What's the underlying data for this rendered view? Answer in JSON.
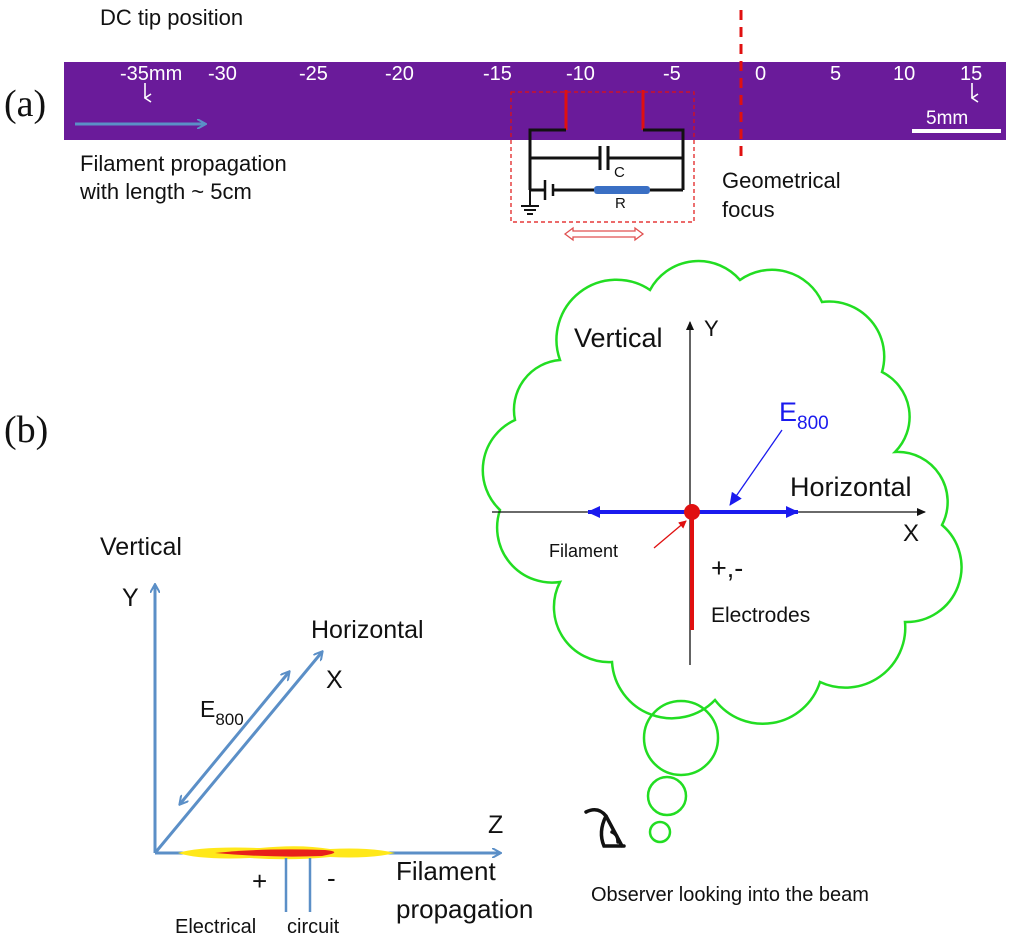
{
  "panel_a": {
    "label": "(a)",
    "title": "DC tip position",
    "ticks": [
      "-35mm",
      "-30",
      "-25",
      "-20",
      "-15",
      "-10",
      "-5",
      "0",
      "5",
      "10",
      "15"
    ],
    "scale_bar": "5mm",
    "propagation_line1": "Filament propagation",
    "propagation_line2": "with length ~ 5cm",
    "capacitor": "C",
    "resistor": "R",
    "focus_line1": "Geometrical",
    "focus_line2": "focus",
    "colors": {
      "background": "#6a1b9a",
      "electrode": "#e01010",
      "arrow": "#5b8fc7"
    }
  },
  "panel_b": {
    "label": "(b)",
    "left": {
      "vertical": "Vertical",
      "y": "Y",
      "horizontal": "Horizontal",
      "x": "X",
      "e_main": "E",
      "e_sub": "800",
      "z": "Z",
      "plus": "+",
      "minus": "-",
      "circuit_a": "Electrical",
      "circuit_b": "circuit",
      "prop1": "Filament",
      "prop2": "propagation"
    },
    "cloud": {
      "vertical": "Vertical",
      "y": "Y",
      "e_main": "E",
      "e_sub": "800",
      "horizontal": "Horizontal",
      "x": "X",
      "filament": "Filament",
      "polarity": "+,-",
      "electrodes": "Electrodes"
    },
    "observer": "Observer looking into the beam",
    "colors": {
      "cloud": "#22dd22",
      "field": "#1a1aee"
    }
  }
}
